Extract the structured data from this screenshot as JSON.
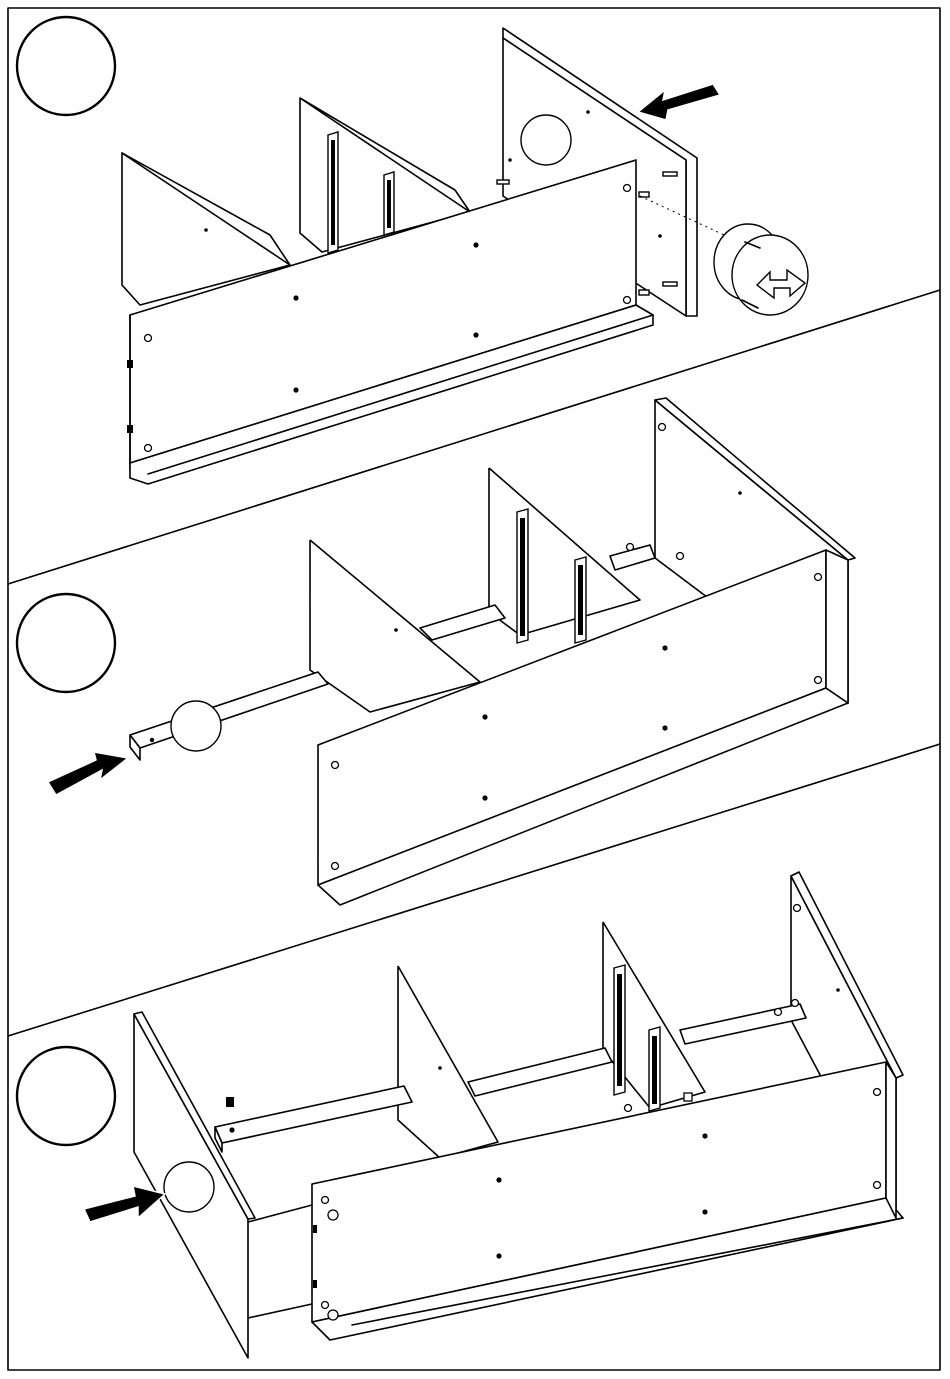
{
  "page": {
    "kind": "furniture assembly instruction sheet",
    "ink_color": "#000000",
    "paper_color": "#ffffff"
  },
  "steps": [
    {
      "number": "",
      "shape": "empty circle"
    },
    {
      "number": "",
      "shape": "empty circle"
    },
    {
      "number": "",
      "shape": "empty circle"
    }
  ],
  "callouts": [
    {
      "icon": "cam-lock-fitting-icon"
    },
    {
      "icon": "magnifier-spot-icon"
    },
    {
      "icon": "magnifier-spot-icon"
    },
    {
      "icon": "magnifier-spot-icon"
    }
  ]
}
